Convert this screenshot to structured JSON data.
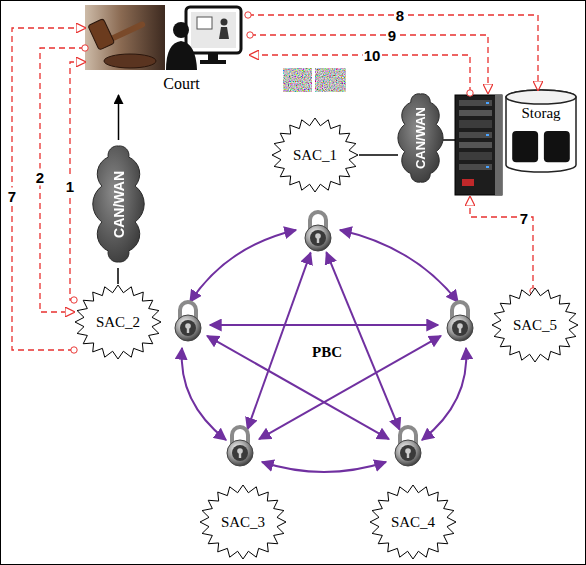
{
  "diagram": {
    "nodes": [
      {
        "text": [
          "Court"
        ]
      },
      {
        "text": [
          "Storag"
        ]
      },
      {
        "text": [
          "CAN/WAN"
        ]
      },
      {
        "text": [
          "CAN/WAN"
        ]
      },
      {
        "text": [
          "SAC_1"
        ]
      },
      {
        "text": [
          "SAC_2"
        ]
      },
      {
        "text": [
          "SAC_5"
        ]
      },
      {
        "text": [
          "SAC_3"
        ]
      },
      {
        "text": [
          "SAC_4"
        ]
      }
    ],
    "edges": [
      {
        "from": 5,
        "to": 0,
        "arrow": "to",
        "label": "1"
      },
      {
        "from": 0,
        "to": 5,
        "arrow": "to",
        "label": "2"
      },
      {
        "from": 5,
        "to": 0,
        "arrow": "to",
        "label": "7"
      },
      {
        "from": 0,
        "to": 1,
        "arrow": "to",
        "label": "8"
      },
      {
        "from": 5,
        "to": 2,
        "arrow": "none"
      },
      {
        "from": 2,
        "to": 0,
        "arrow": "to"
      },
      {
        "from": 4,
        "to": 3,
        "arrow": "none"
      }
    ],
    "labels": [
      "9",
      "10",
      "PBC",
      "7"
    ]
  }
}
